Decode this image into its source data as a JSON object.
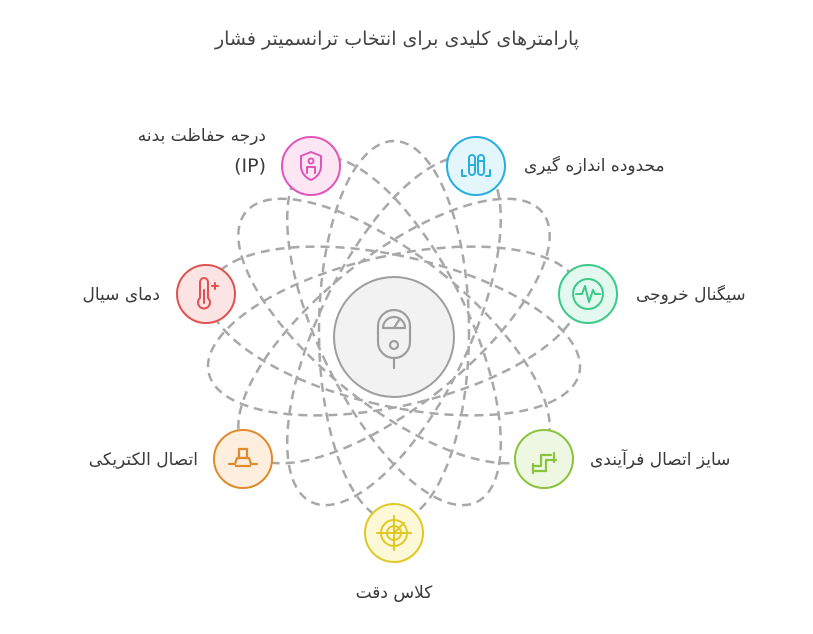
{
  "title": "پارامترهای کلیدی برای انتخاب ترانسمیتر فشار",
  "center": {
    "icon": "pressure-gauge-icon",
    "color": "#9e9e9e"
  },
  "nodes": [
    {
      "id": "ip",
      "label": "درجه حفاظت بدنه",
      "label2": "(IP)",
      "icon": "shield-person-icon",
      "color": "#e056b8"
    },
    {
      "id": "range",
      "label": "محدوده اندازه گیری",
      "icon": "range-gauge-icon",
      "color": "#29aee0"
    },
    {
      "id": "output",
      "label": "سیگنال خروجی",
      "icon": "signal-wave-icon",
      "color": "#3cc98a"
    },
    {
      "id": "process",
      "label": "سایز اتصال فرآیندی",
      "icon": "pipe-fitting-icon",
      "color": "#8ac43f"
    },
    {
      "id": "accuracy",
      "label": "کلاس دقت",
      "icon": "target-icon",
      "color": "#e0c825"
    },
    {
      "id": "electrical",
      "label": "اتصال الکتریکی",
      "icon": "connector-icon",
      "color": "#e08a2e"
    },
    {
      "id": "temp",
      "label": "دمای سیال",
      "icon": "thermometer-icon",
      "color": "#e05252"
    }
  ]
}
